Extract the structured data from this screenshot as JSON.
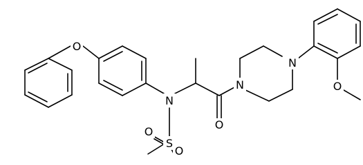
{
  "molecule": {
    "atoms": {
      "o_phenoxy": "O",
      "n_sulfonamide": "N",
      "s_sulfonyl": "S",
      "o_sulfonyl_left": "O",
      "o_sulfonyl_right": "O",
      "o_carbonyl": "O",
      "n_piperazine_amide": "N",
      "n_piperazine_aryl": "N",
      "o_methoxy": "O"
    }
  },
  "colors": {
    "bond": "#000000",
    "label": "#000000",
    "background": "#ffffff"
  }
}
